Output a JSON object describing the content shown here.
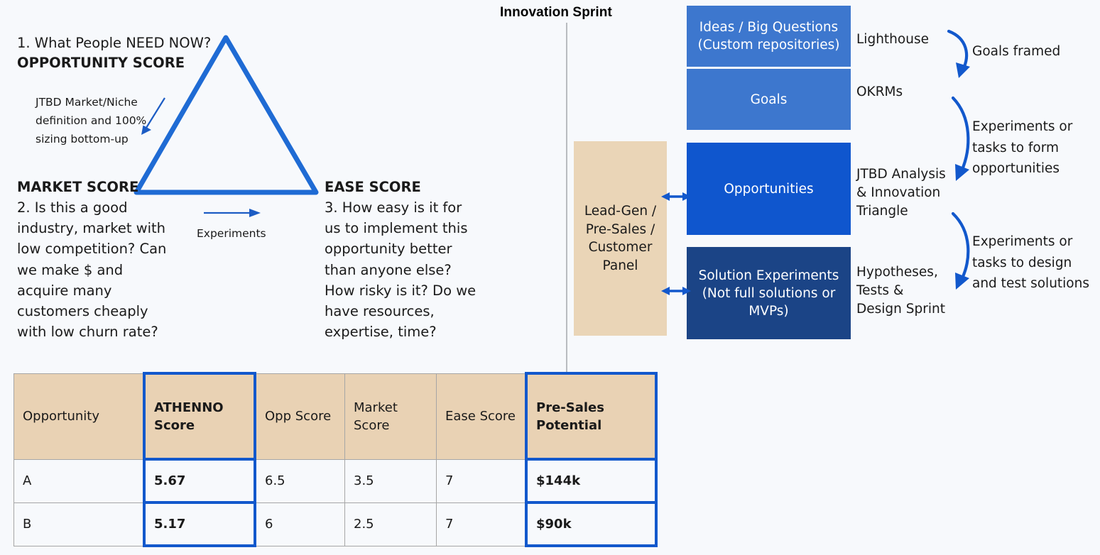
{
  "page": {
    "title": "Innovation Sprint",
    "background_color": "#f7f9fc",
    "accent_blue": "#1258cc",
    "box_blue_light": "#3d77ce",
    "box_blue": "#0f56ce",
    "box_navy": "#1b4486",
    "panel_tan": "#ead5b7",
    "table_header_tan": "#e9d2b4"
  },
  "triangle": {
    "opportunity": {
      "question": "1. What People NEED NOW?",
      "label": "OPPORTUNITY SCORE",
      "note": "JTBD Market/Niche definition and 100% sizing bottom-up"
    },
    "market": {
      "label": "MARKET SCORE",
      "body": "2. Is this a good industry, market with low competition? Can we make $ and acquire many customers cheaply with low churn rate?"
    },
    "ease": {
      "label": "EASE SCORE",
      "body": "3. How easy is it for us to implement this opportunity better than anyone else? How risky is it? Do we have resources, expertise, time?"
    },
    "experiments_label": "Experiments"
  },
  "table": {
    "columns": [
      "Opportunity",
      "ATHENNO Score",
      "Opp Score",
      "Market Score",
      "Ease Score",
      "Pre-Sales Potential"
    ],
    "highlighted_columns": [
      1,
      5
    ],
    "rows": [
      {
        "opportunity": "A",
        "athenno_score": "5.67",
        "opp_score": "6.5",
        "market_score": "3.5",
        "ease_score": "7",
        "pre_sales_potential": "$144k"
      },
      {
        "opportunity": "B",
        "athenno_score": "5.17",
        "opp_score": "6",
        "market_score": "2.5",
        "ease_score": "7",
        "pre_sales_potential": "$90k"
      }
    ]
  },
  "flow": {
    "boxes": [
      {
        "id": "ideas",
        "label": "Ideas / Big Questions (Custom repositories)",
        "color": "#3d77ce"
      },
      {
        "id": "goals",
        "label": "Goals",
        "color": "#3d77ce"
      },
      {
        "id": "opportunities",
        "label": "Opportunities",
        "color": "#0f56ce"
      },
      {
        "id": "solution_experiments",
        "label": "Solution Experiments (Not full solutions or MVPs)",
        "color": "#1b4486"
      }
    ],
    "side_panel": {
      "label": "Lead-Gen / Pre-Sales / Customer Panel",
      "color": "#ead5b7"
    },
    "side_labels": [
      {
        "id": "lighthouse",
        "label": "Lighthouse"
      },
      {
        "id": "okrms",
        "label": "OKRMs"
      },
      {
        "id": "jtbd",
        "label": "JTBD Analysis & Innovation Triangle"
      },
      {
        "id": "hypotheses",
        "label": "Hypotheses, Tests & Design Sprint"
      }
    ],
    "arrow_labels": [
      {
        "id": "goals_framed",
        "label": "Goals framed"
      },
      {
        "id": "form_opportunities",
        "label": "Experiments or tasks to form opportunities"
      },
      {
        "id": "design_test",
        "label": "Experiments or tasks to design and test solutions"
      }
    ]
  }
}
